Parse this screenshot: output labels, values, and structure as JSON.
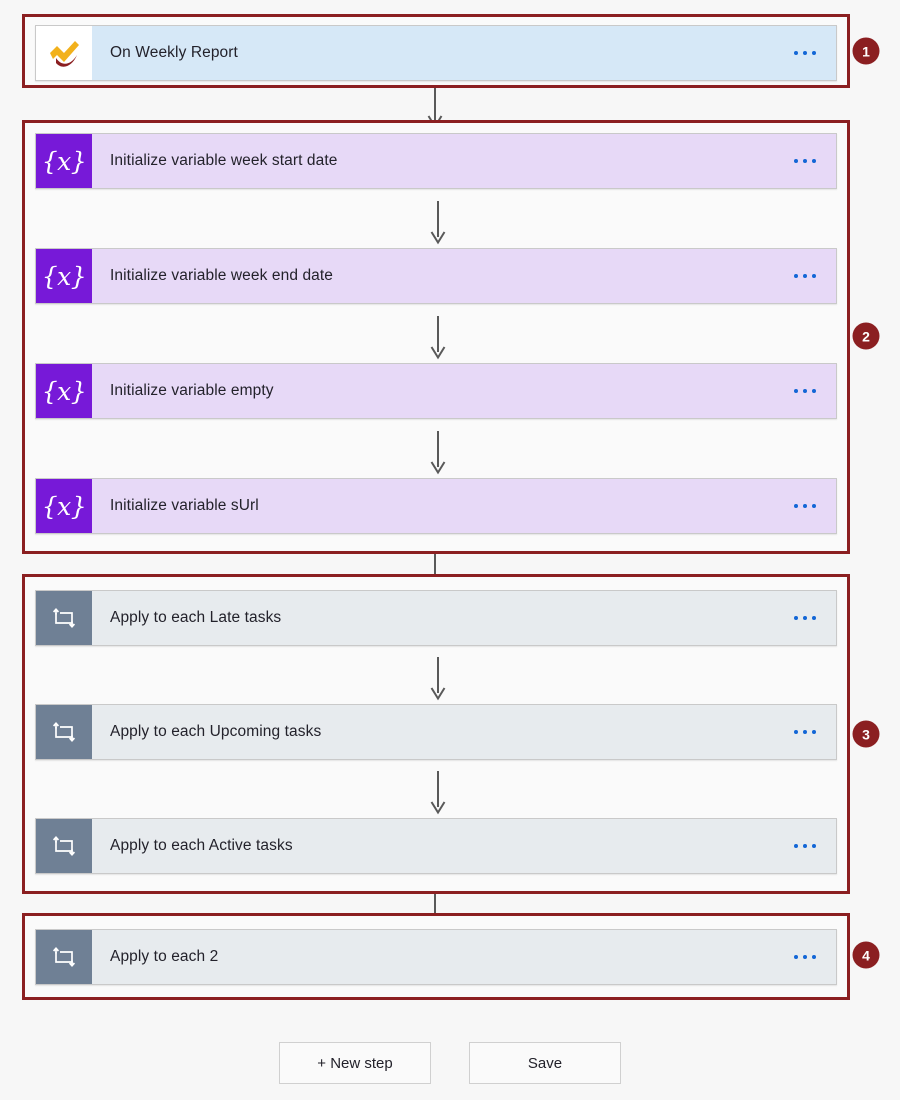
{
  "theme": {
    "page_background": "#f7f7f7",
    "annotation_border": "#8b1f21",
    "badge_background": "#8b1f21",
    "trigger_card_background": "#d6e8f7",
    "variable_card_background": "#e7d9f7",
    "variable_icon_background": "#7719d8",
    "loop_card_background": "#e7ebee",
    "loop_icon_background": "#6f8095",
    "menu_dot_color": "#1366d6",
    "connector_color": "#595959",
    "planner_icon_yellow": "#f2b11c",
    "planner_icon_red": "#8b1f21"
  },
  "groups": [
    {
      "badge": "1",
      "name": "trigger-group",
      "cards": [
        {
          "title": "On Weekly Report",
          "icon": "planner-recurrence-icon",
          "type": "trigger",
          "menu": "more-commands-icon"
        }
      ]
    },
    {
      "badge": "2",
      "name": "initialize-variables-group",
      "cards": [
        {
          "title": "Initialize variable week start date",
          "icon": "variable-braces-x-icon",
          "type": "variable",
          "menu": "more-commands-icon"
        },
        {
          "title": "Initialize variable week end date",
          "icon": "variable-braces-x-icon",
          "type": "variable",
          "menu": "more-commands-icon"
        },
        {
          "title": "Initialize variable empty",
          "icon": "variable-braces-x-icon",
          "type": "variable",
          "menu": "more-commands-icon"
        },
        {
          "title": "Initialize variable sUrl",
          "icon": "variable-braces-x-icon",
          "type": "variable",
          "menu": "more-commands-icon"
        }
      ]
    },
    {
      "badge": "3",
      "name": "task-loops-group",
      "cards": [
        {
          "title": "Apply to each Late tasks",
          "icon": "loop-repeat-icon",
          "type": "loop",
          "menu": "more-commands-icon"
        },
        {
          "title": "Apply to each Upcoming tasks",
          "icon": "loop-repeat-icon",
          "type": "loop",
          "menu": "more-commands-icon"
        },
        {
          "title": "Apply to each Active tasks",
          "icon": "loop-repeat-icon",
          "type": "loop",
          "menu": "more-commands-icon"
        }
      ]
    },
    {
      "badge": "4",
      "name": "final-loop-group",
      "cards": [
        {
          "title": "Apply to each 2",
          "icon": "loop-repeat-icon",
          "type": "loop",
          "menu": "more-commands-icon"
        }
      ]
    }
  ],
  "footer": {
    "new_step_label": "+ New step",
    "save_label": "Save"
  }
}
